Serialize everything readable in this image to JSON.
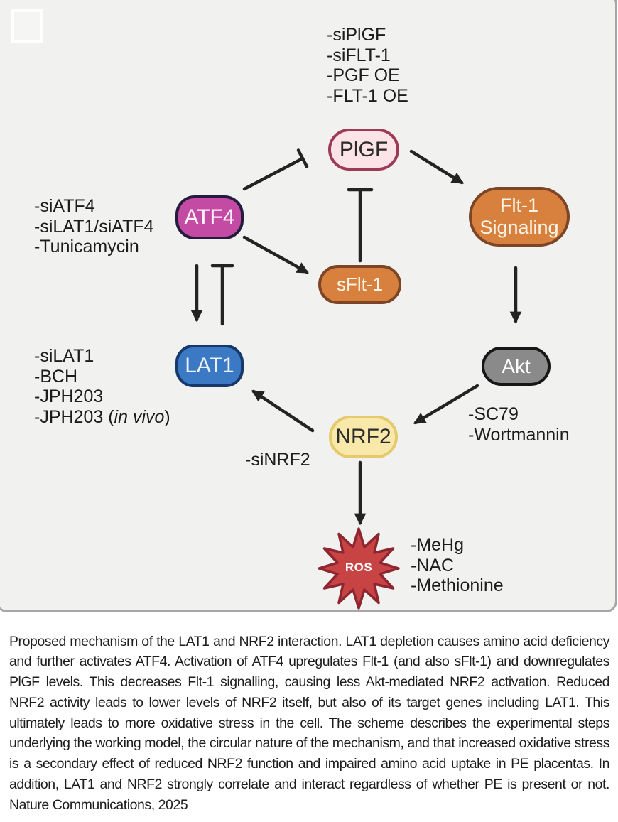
{
  "diagram": {
    "nodes": {
      "plgf": {
        "label": "PlGF",
        "fill": "#fce3e8",
        "border": "#9c3a57"
      },
      "atf4": {
        "label": "ATF4",
        "fill": "#c44ba3",
        "border": "#241b3d"
      },
      "flt1": {
        "label_lines": [
          "Flt-1",
          "Signaling"
        ],
        "fill": "#d8803e",
        "border": "#7c4526"
      },
      "sflt1": {
        "label": "sFlt-1",
        "fill": "#d8803e",
        "border": "#7c4526"
      },
      "lat1": {
        "label": "LAT1",
        "fill": "#3c79c4",
        "border": "#16386b"
      },
      "akt": {
        "label": "Akt",
        "fill": "#8a8a8a",
        "border": "#161616"
      },
      "nrf2": {
        "label": "NRF2",
        "fill": "#f8e9ab",
        "border": "#e4c96d"
      },
      "ros": {
        "label": "ROS",
        "fill": "#c84343",
        "border": "#8e2630"
      }
    },
    "annotations": {
      "plgf_list": [
        "-siPlGF",
        "-siFLT-1",
        "-PGF OE",
        "-FLT-1 OE"
      ],
      "atf4_list": [
        "-siATF4",
        "-siLAT1/siATF4",
        "-Tunicamycin"
      ],
      "lat1_list": [
        "-siLAT1",
        "-BCH",
        "-JPH203"
      ],
      "lat1_invivo": {
        "prefix": "-JPH203 (",
        "italic": "in vivo",
        "suffix": ")"
      },
      "akt_list": [
        "-SC79",
        "-Wortmannin"
      ],
      "nrf2_label": "-siNRF2",
      "ros_list": [
        "-MeHg",
        "-NAC",
        "-Methionine"
      ]
    },
    "edges": [
      {
        "from": "ATF4",
        "to": "PlGF",
        "type": "inhibition"
      },
      {
        "from": "sFlt-1",
        "to": "PlGF",
        "type": "inhibition"
      },
      {
        "from": "PlGF",
        "to": "Flt-1 Signaling",
        "type": "activation"
      },
      {
        "from": "ATF4",
        "to": "sFlt-1",
        "type": "activation"
      },
      {
        "from": "ATF4",
        "to": "LAT1",
        "type": "activation"
      },
      {
        "from": "LAT1",
        "to": "ATF4",
        "type": "inhibition"
      },
      {
        "from": "Flt-1 Signaling",
        "to": "Akt",
        "type": "activation"
      },
      {
        "from": "Akt",
        "to": "NRF2",
        "type": "activation"
      },
      {
        "from": "NRF2",
        "to": "LAT1",
        "type": "activation"
      },
      {
        "from": "NRF2",
        "to": "ROS",
        "type": "activation"
      }
    ]
  },
  "caption": {
    "text": "Proposed mechanism of the LAT1 and NRF2 interaction. LAT1 depletion causes amino acid deficiency and further activates ATF4. Activation of ATF4 upregulates Flt-1 (and also sFlt-1) and downregulates PlGF levels. This decreases Flt-1 signalling, causing less Akt-mediated NRF2 activation. Reduced NRF2 activity leads to lower levels of NRF2 itself, but also of its target genes including LAT1. This ultimately leads to more oxidative stress in the cell. The scheme describes the experimental steps underlying the working model, the circular nature of the mechanism, and that increased oxidative stress is a secondary effect of reduced NRF2 function and impaired amino acid uptake in PE placentas. In addition, LAT1 and NRF2 strongly correlate and interact regardless of whether PE is present or not. Nature Communications, 2025"
  }
}
